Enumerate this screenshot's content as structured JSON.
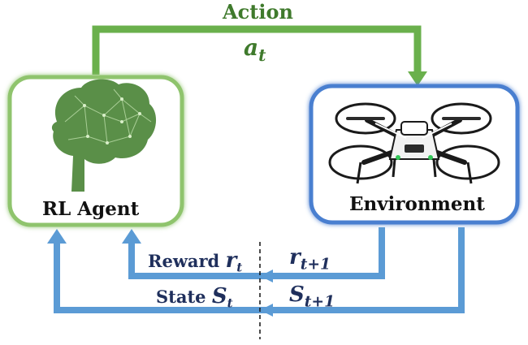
{
  "action": {
    "label": "Action",
    "symbol": "a",
    "subscript": "t"
  },
  "agent": {
    "label": "RL Agent",
    "icon": "brain-icon"
  },
  "environment": {
    "label": "Environment",
    "icon": "drone-icon"
  },
  "reward": {
    "label": "Reward",
    "symbol": "r",
    "subscript": "t",
    "next_symbol": "r",
    "next_subscript": "t+1"
  },
  "state": {
    "label": "State",
    "symbol": "S",
    "subscript": "t",
    "next_symbol": "S",
    "next_subscript": "t+1"
  },
  "colors": {
    "green": "#6ab04c",
    "blue": "#5b9bd5",
    "navy": "#1f2f5c",
    "text_green": "#3f7a2c"
  }
}
